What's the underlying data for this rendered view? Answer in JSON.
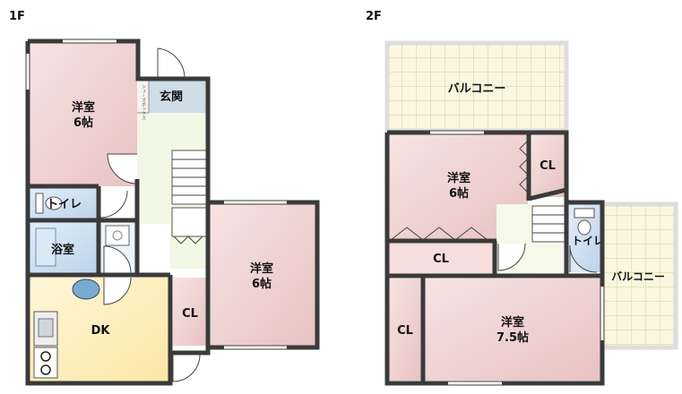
{
  "floors": {
    "first": {
      "title": "1F",
      "rooms": {
        "western_room_nw": {
          "name": "洋室",
          "size": "6帖"
        },
        "entrance": {
          "name": "玄関"
        },
        "shoe_box": {
          "name": "シューズボックス"
        },
        "toilet": {
          "name": "トイレ"
        },
        "bathroom": {
          "name": "浴室"
        },
        "western_room_e": {
          "name": "洋室",
          "size": "6帖"
        },
        "closet": {
          "name": "CL"
        },
        "dining_kitchen": {
          "name": "DK"
        }
      }
    },
    "second": {
      "title": "2F",
      "rooms": {
        "balcony_top": {
          "name": "バルコニー"
        },
        "western_room_n": {
          "name": "洋室",
          "size": "6帖"
        },
        "closet_n": {
          "name": "CL"
        },
        "closet_mid": {
          "name": "CL"
        },
        "toilet": {
          "name": "トイレ"
        },
        "balcony_right": {
          "name": "バルコニー"
        },
        "closet_w": {
          "name": "CL"
        },
        "western_room_s": {
          "name": "洋室",
          "size": "7.5帖"
        }
      }
    }
  },
  "colors": {
    "wall": "#3a3a3a",
    "western_room": "#efd2d2",
    "floor_light": "#f3f7ea",
    "wet_area": "#cfe0f0",
    "dk": "#fff1c4",
    "balcony": "#f7f3dc",
    "balcony_grid": "#d9cf9a",
    "closet": "#f6d9d9"
  }
}
